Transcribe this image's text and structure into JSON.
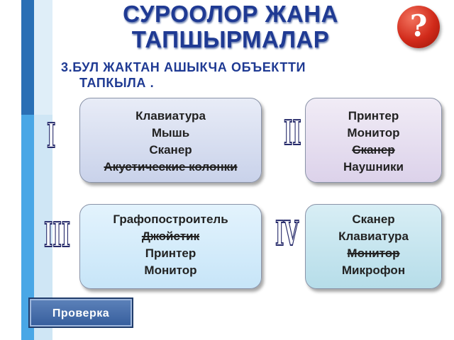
{
  "title_line1": "СУРООЛОР ЖАНА",
  "title_line2": "ТАПШЫРМАЛАР",
  "help_symbol": "?",
  "task_line1": "3.БУЛ ЖАКТАН АШЫКЧА ОБЪЕКТТИ",
  "task_line2": "ТАПКЫЛА .",
  "groups": [
    {
      "numeral": "I",
      "items": [
        "Клавиатура",
        "Мышь",
        "Сканер",
        "Акустические колонки"
      ],
      "struck_index": 3
    },
    {
      "numeral": "II",
      "items": [
        "Принтер",
        "Монитор",
        "Сканер",
        "Наушники"
      ],
      "struck_index": 2
    },
    {
      "numeral": "III",
      "items": [
        "Графопостроитель",
        "Джойстик",
        "Принтер",
        "Монитор"
      ],
      "struck_index": 1
    },
    {
      "numeral": "IV",
      "items": [
        "Сканер",
        "Клавиатура",
        "Монитор",
        "Микрофон"
      ],
      "struck_index": 2
    }
  ],
  "check_button": "Проверка",
  "colors": {
    "title": "#1f3a93",
    "accent_dark": "#2a6fb5",
    "accent_light": "#49a7e6",
    "help_circle": "#d12a1a"
  }
}
